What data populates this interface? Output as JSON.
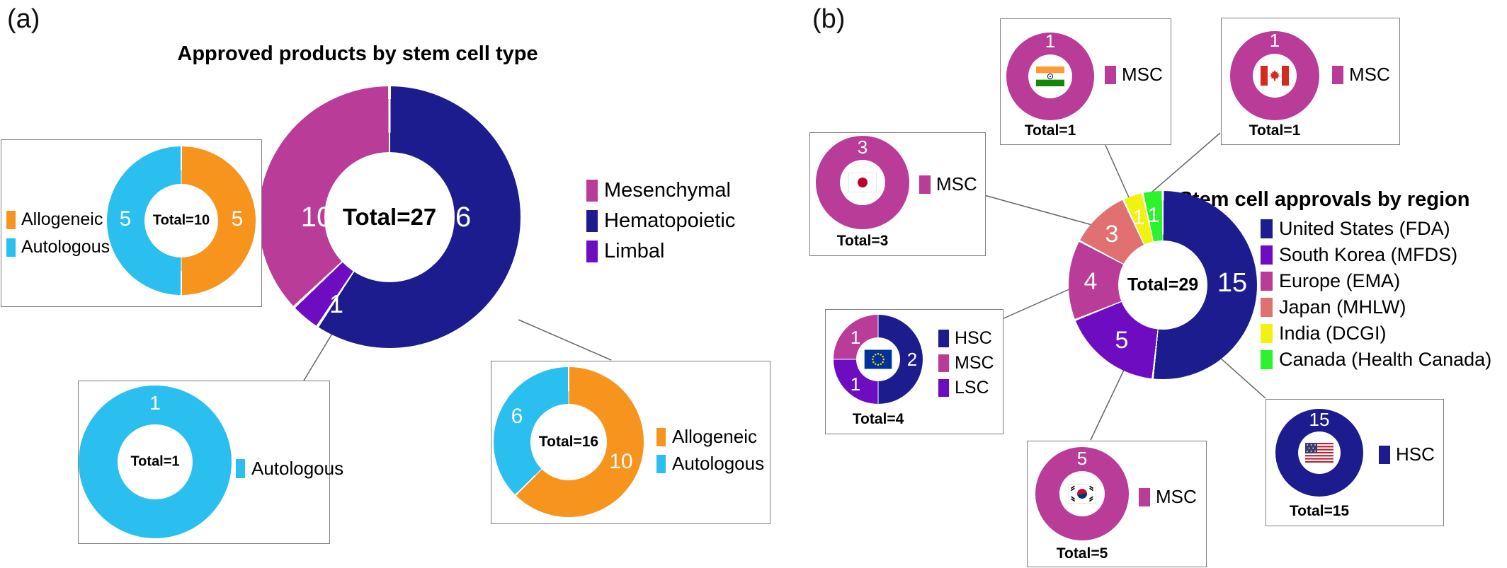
{
  "panels": {
    "a_label": "(a)",
    "b_label": "(b)"
  },
  "colors": {
    "navy": "#1C1C8F",
    "magenta": "#B83C98",
    "purple": "#6E0CC2",
    "orange": "#F7941E",
    "cyan": "#2BBFEF",
    "salmon": "#E17070",
    "yellow": "#F2F211",
    "green": "#2CF32C"
  },
  "chart_data": [
    {
      "id": "a_main",
      "type": "donut",
      "title": "Approved products by stem cell type",
      "center_label": "Total=27",
      "segments": [
        {
          "name": "Hematopoietic",
          "value": 16,
          "color": "#1C1C8F"
        },
        {
          "name": "Limbal",
          "value": 1,
          "color": "#6E0CC2"
        },
        {
          "name": "Mesenchymal",
          "value": 10,
          "color": "#B83C98"
        }
      ],
      "legend": [
        {
          "label": "Mesenchymal",
          "color": "#B83C98"
        },
        {
          "label": "Hematopoietic",
          "color": "#1C1C8F"
        },
        {
          "label": "Limbal",
          "color": "#6E0CC2"
        }
      ]
    },
    {
      "id": "a_sub_total10",
      "type": "donut",
      "center_label": "Total=10",
      "segments": [
        {
          "name": "Allogeneic",
          "value": 5,
          "color": "#F7941E"
        },
        {
          "name": "Autologous",
          "value": 5,
          "color": "#2BBFEF"
        }
      ],
      "legend": [
        {
          "label": "Allogeneic",
          "color": "#F7941E"
        },
        {
          "label": "Autologous",
          "color": "#2BBFEF"
        }
      ]
    },
    {
      "id": "a_sub_total1",
      "type": "donut",
      "center_label": "Total=1",
      "segments": [
        {
          "name": "Autologous",
          "value": 1,
          "color": "#2BBFEF"
        }
      ],
      "legend": [
        {
          "label": "Autologous",
          "color": "#2BBFEF"
        }
      ]
    },
    {
      "id": "a_sub_total16",
      "type": "donut",
      "center_label": "Total=16",
      "segments": [
        {
          "name": "Allogeneic",
          "value": 10,
          "color": "#F7941E"
        },
        {
          "name": "Autologous",
          "value": 6,
          "color": "#2BBFEF"
        }
      ],
      "legend": [
        {
          "label": "Allogeneic",
          "color": "#F7941E"
        },
        {
          "label": "Autologous",
          "color": "#2BBFEF"
        }
      ]
    },
    {
      "id": "b_main",
      "type": "donut",
      "title": "Stem cell approvals by region",
      "center_label": "Total=29",
      "segments": [
        {
          "name": "United States (FDA)",
          "value": 15,
          "color": "#1C1C8F"
        },
        {
          "name": "South Korea (MFDS)",
          "value": 5,
          "color": "#6E0CC2"
        },
        {
          "name": "Europe (EMA)",
          "value": 4,
          "color": "#B83C98"
        },
        {
          "name": "Japan (MHLW)",
          "value": 3,
          "color": "#E17070"
        },
        {
          "name": "India (DCGI)",
          "value": 1,
          "color": "#F2F211"
        },
        {
          "name": "Canada (Health Canada)",
          "value": 1,
          "color": "#2CF32C"
        }
      ],
      "legend": [
        {
          "label": "United States (FDA)",
          "color": "#1C1C8F"
        },
        {
          "label": "South Korea (MFDS)",
          "color": "#6E0CC2"
        },
        {
          "label": "Europe (EMA)",
          "color": "#B83C98"
        },
        {
          "label": "Japan (MHLW)",
          "color": "#E17070"
        },
        {
          "label": "India (DCGI)",
          "color": "#F2F211"
        },
        {
          "label": "Canada (Health Canada)",
          "color": "#2CF32C"
        }
      ]
    },
    {
      "id": "b_india",
      "type": "donut",
      "region": "India",
      "flag_icon": "india-flag-icon",
      "total_label": "Total=1",
      "segments": [
        {
          "name": "MSC",
          "value": 1,
          "color": "#B83C98"
        }
      ],
      "legend": [
        {
          "label": "MSC",
          "color": "#B83C98"
        }
      ]
    },
    {
      "id": "b_canada",
      "type": "donut",
      "region": "Canada",
      "flag_icon": "canada-flag-icon",
      "total_label": "Total=1",
      "segments": [
        {
          "name": "MSC",
          "value": 1,
          "color": "#B83C98"
        }
      ],
      "legend": [
        {
          "label": "MSC",
          "color": "#B83C98"
        }
      ]
    },
    {
      "id": "b_japan",
      "type": "donut",
      "region": "Japan",
      "flag_icon": "japan-flag-icon",
      "total_label": "Total=3",
      "segments": [
        {
          "name": "MSC",
          "value": 3,
          "color": "#B83C98"
        }
      ],
      "legend": [
        {
          "label": "MSC",
          "color": "#B83C98"
        }
      ]
    },
    {
      "id": "b_europe",
      "type": "donut",
      "region": "Europe",
      "flag_icon": "eu-flag-icon",
      "total_label": "Total=4",
      "segments": [
        {
          "name": "HSC",
          "value": 2,
          "color": "#1C1C8F"
        },
        {
          "name": "LSC",
          "value": 1,
          "color": "#6E0CC2"
        },
        {
          "name": "MSC",
          "value": 1,
          "color": "#B83C98"
        }
      ],
      "legend": [
        {
          "label": "HSC",
          "color": "#1C1C8F"
        },
        {
          "label": "MSC",
          "color": "#B83C98"
        },
        {
          "label": "LSC",
          "color": "#6E0CC2"
        }
      ]
    },
    {
      "id": "b_korea",
      "type": "donut",
      "region": "South Korea",
      "flag_icon": "south-korea-flag-icon",
      "total_label": "Total=5",
      "segments": [
        {
          "name": "MSC",
          "value": 5,
          "color": "#B83C98"
        }
      ],
      "legend": [
        {
          "label": "MSC",
          "color": "#B83C98"
        }
      ]
    },
    {
      "id": "b_us",
      "type": "donut",
      "region": "United States",
      "flag_icon": "us-flag-icon",
      "total_label": "Total=15",
      "segments": [
        {
          "name": "HSC",
          "value": 15,
          "color": "#1C1C8F"
        }
      ],
      "legend": [
        {
          "label": "HSC",
          "color": "#1C1C8F"
        }
      ]
    }
  ]
}
